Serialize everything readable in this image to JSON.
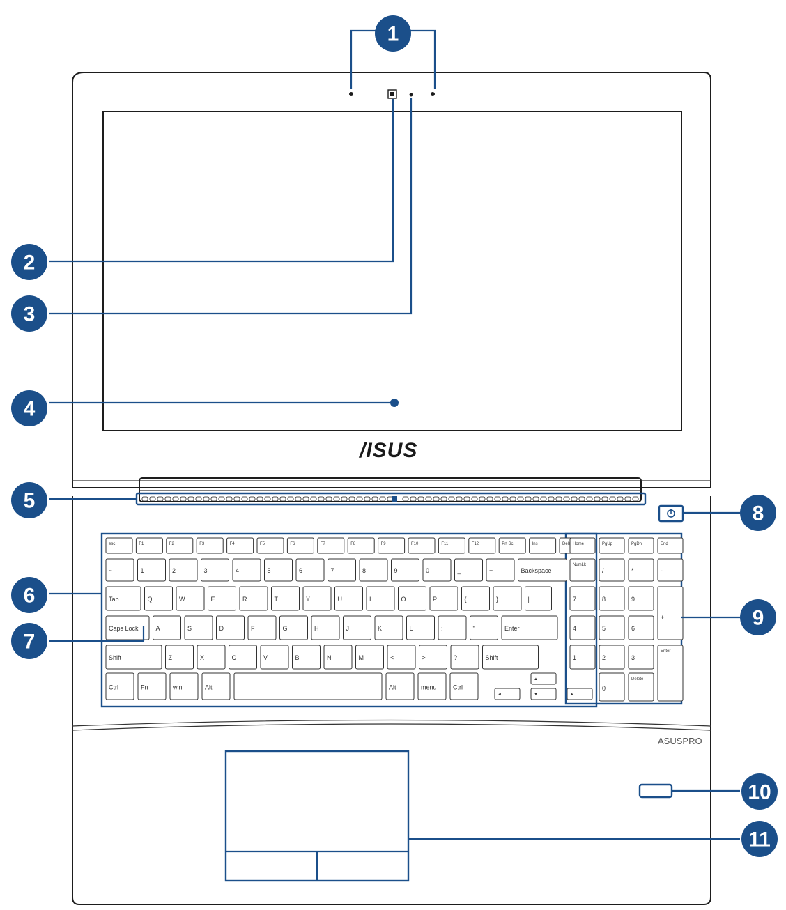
{
  "logo_text": "/ISUS",
  "brand_text": "ASUSPRO",
  "callouts": [
    "1",
    "2",
    "3",
    "4",
    "5",
    "6",
    "7",
    "8",
    "9",
    "10",
    "11"
  ],
  "keyboard": {
    "fn_row": [
      "esc",
      "F1",
      "F2",
      "F3",
      "F4",
      "F5",
      "F6",
      "F7",
      "F8",
      "F9",
      "F10",
      "F11",
      "F12",
      "Prt Sc",
      "Ins",
      "Delete"
    ],
    "num_row": [
      "~",
      "1",
      "2",
      "3",
      "4",
      "5",
      "6",
      "7",
      "8",
      "9",
      "0",
      "_",
      "+",
      "Backspace"
    ],
    "q_row": [
      "Tab",
      "Q",
      "W",
      "E",
      "R",
      "T",
      "Y",
      "U",
      "I",
      "O",
      "P",
      "{",
      "}",
      "|"
    ],
    "a_row": [
      "Caps Lock",
      "A",
      "S",
      "D",
      "F",
      "G",
      "H",
      "J",
      "K",
      "L",
      ":",
      "\"",
      "Enter"
    ],
    "z_row": [
      "Shift",
      "Z",
      "X",
      "C",
      "V",
      "B",
      "N",
      "M",
      "<",
      ">",
      "?",
      "Shift"
    ],
    "bottom_row": [
      "Ctrl",
      "Fn",
      "win",
      "Alt",
      "",
      "Alt",
      "menu",
      "Ctrl"
    ],
    "arrows": [
      "▲",
      "◄",
      "▼",
      "►"
    ],
    "numpad_top": [
      "Home",
      "PgUp",
      "PgDn",
      "End"
    ],
    "numpad": [
      "NumLk",
      "/",
      "*",
      "-",
      "7",
      "8",
      "9",
      "+",
      "4",
      "5",
      "6",
      "1",
      "2",
      "3",
      "Enter",
      "0",
      "Delete"
    ]
  },
  "colors": {
    "accent": "#1b4f8a",
    "outline": "#1d1d1d"
  }
}
